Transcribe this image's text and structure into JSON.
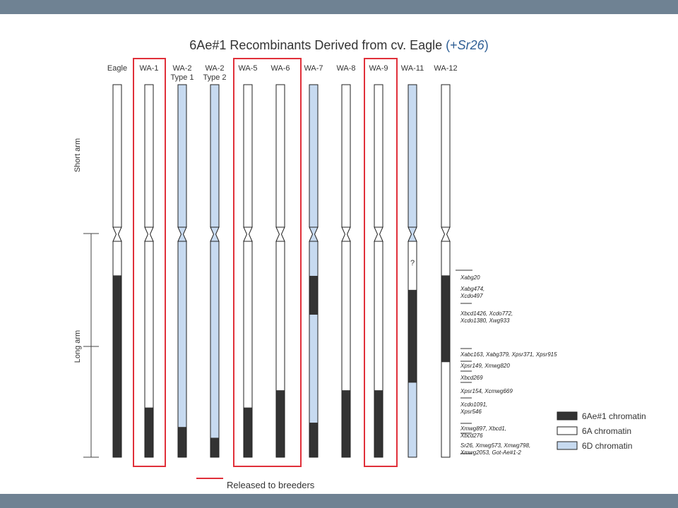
{
  "colors": {
    "ae_chromatin": "#333333",
    "a6_chromatin": "#ffffff",
    "d6_chromatin": "#c7daf0",
    "released_box": "#e0303a",
    "header_bar": "#6f8293"
  },
  "title": {
    "main": "6Ae#1 Recombinants Derived from cv. Eagle ",
    "paren_open": "(+",
    "gene": "Sr26",
    "paren_close": ")"
  },
  "arms": {
    "short": "Short arm",
    "long": "Long arm"
  },
  "chromosomes": [
    {
      "label": "Eagle",
      "sublabel": "",
      "short": [
        [
          "6A",
          0,
          1
        ]
      ],
      "long": [
        [
          "6A",
          0,
          0.158
        ],
        [
          "Ae",
          0.158,
          1
        ]
      ]
    },
    {
      "label": "WA-1",
      "sublabel": "",
      "short": [
        [
          "6A",
          0,
          1
        ]
      ],
      "long": [
        [
          "6A",
          0,
          0.77
        ],
        [
          "Ae",
          0.77,
          1
        ]
      ]
    },
    {
      "label": "WA-2",
      "sublabel": "Type 1",
      "short": [
        [
          "6D",
          0,
          1
        ]
      ],
      "long": [
        [
          "6D",
          0,
          0.86
        ],
        [
          "Ae",
          0.86,
          1
        ]
      ]
    },
    {
      "label": "WA-2",
      "sublabel": "Type 2",
      "short": [
        [
          "6D",
          0,
          1
        ]
      ],
      "long": [
        [
          "6D",
          0,
          0.91
        ],
        [
          "Ae",
          0.91,
          1
        ]
      ]
    },
    {
      "label": "WA-5",
      "sublabel": "",
      "short": [
        [
          "6A",
          0,
          1
        ]
      ],
      "long": [
        [
          "6A",
          0,
          0.77
        ],
        [
          "Ae",
          0.77,
          1
        ]
      ]
    },
    {
      "label": "WA-6",
      "sublabel": "",
      "short": [
        [
          "6A",
          0,
          1
        ]
      ],
      "long": [
        [
          "6A",
          0,
          0.69
        ],
        [
          "Ae",
          0.69,
          1
        ]
      ]
    },
    {
      "label": "WA-7",
      "sublabel": "",
      "short": [
        [
          "6D",
          0,
          1
        ]
      ],
      "long": [
        [
          "6D",
          0,
          0.16
        ],
        [
          "Ae",
          0.16,
          0.34
        ],
        [
          "6D",
          0.34,
          0.84
        ],
        [
          "Ae",
          0.84,
          1
        ]
      ]
    },
    {
      "label": "WA-8",
      "sublabel": "",
      "short": [
        [
          "6A",
          0,
          1
        ]
      ],
      "long": [
        [
          "6A",
          0,
          0.69
        ],
        [
          "Ae",
          0.69,
          1
        ]
      ]
    },
    {
      "label": "WA-9",
      "sublabel": "",
      "short": [
        [
          "6A",
          0,
          1
        ]
      ],
      "long": [
        [
          "6A",
          0,
          0.69
        ],
        [
          "Ae",
          0.69,
          1
        ]
      ]
    },
    {
      "label": "WA-11",
      "sublabel": "",
      "short": [
        [
          "6D",
          0,
          1
        ]
      ],
      "long": [
        [
          "6A",
          0,
          0.225
        ],
        [
          "Ae",
          0.225,
          0.655
        ],
        [
          "6D",
          0.655,
          1
        ]
      ],
      "note": "?"
    },
    {
      "label": "WA-12",
      "sublabel": "",
      "short": [
        [
          "6A",
          0,
          1
        ]
      ],
      "long": [
        [
          "6A",
          0,
          0.158
        ],
        [
          "Ae",
          0.158,
          0.56
        ],
        [
          "6A",
          0.56,
          1
        ]
      ]
    }
  ],
  "markers": [
    {
      "lines": [
        "Xabg20"
      ]
    },
    {
      "lines": [
        "Xabg474,",
        "Xcdo497"
      ]
    },
    {
      "lines": [
        "Xbcd1426, Xcdo772,",
        "Xcdo1380, Xwg933"
      ]
    },
    {
      "lines": [
        "Xabc163, Xabg379, Xpsr371, Xpsr915"
      ]
    },
    {
      "lines": [
        "Xpsr149, Xmwg820"
      ]
    },
    {
      "lines": [
        "Xbcd269"
      ]
    },
    {
      "lines": [
        "Xpsr154, Xcmwg669"
      ]
    },
    {
      "lines": [
        "Xcdo1091,",
        "Xpsr546"
      ]
    },
    {
      "lines": [
        "Xmwg897, Xbcd1,",
        "Xbcd276"
      ]
    },
    {
      "lines": [
        "Sr26, Xmwg573, Xmwg798,",
        "Xmwg2053, Got-Ae#1-2"
      ]
    }
  ],
  "legend": [
    {
      "color_key": "ae_chromatin",
      "label": "6Ae#1 chromatin"
    },
    {
      "color_key": "a6_chromatin",
      "label": "6A chromatin"
    },
    {
      "color_key": "d6_chromatin",
      "label": "6D chromatin"
    }
  ],
  "released_label": "Released to breeders"
}
